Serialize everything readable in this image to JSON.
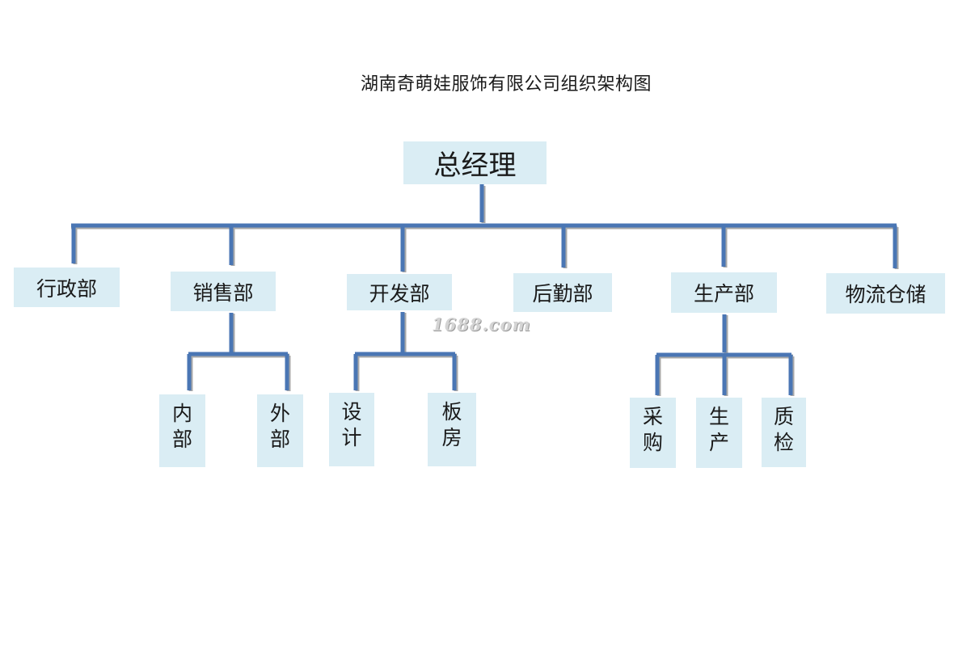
{
  "title": "湖南奇萌娃服饰有限公司组织架构图",
  "watermark": "1688.com",
  "colors": {
    "box_fill": "#daedf4",
    "connector": "#4a76b4",
    "connector_shadow": "#a9a9a9"
  },
  "org": {
    "root": "总经理",
    "departments": [
      {
        "name": "行政部",
        "children": []
      },
      {
        "name": "销售部",
        "children": [
          "内部",
          "外部"
        ]
      },
      {
        "name": "开发部",
        "children": [
          "设计",
          "板房"
        ]
      },
      {
        "name": "后勤部",
        "children": []
      },
      {
        "name": "生产部",
        "children": [
          "采购",
          "生产",
          "质检"
        ]
      },
      {
        "name": "物流仓储",
        "children": []
      }
    ]
  }
}
